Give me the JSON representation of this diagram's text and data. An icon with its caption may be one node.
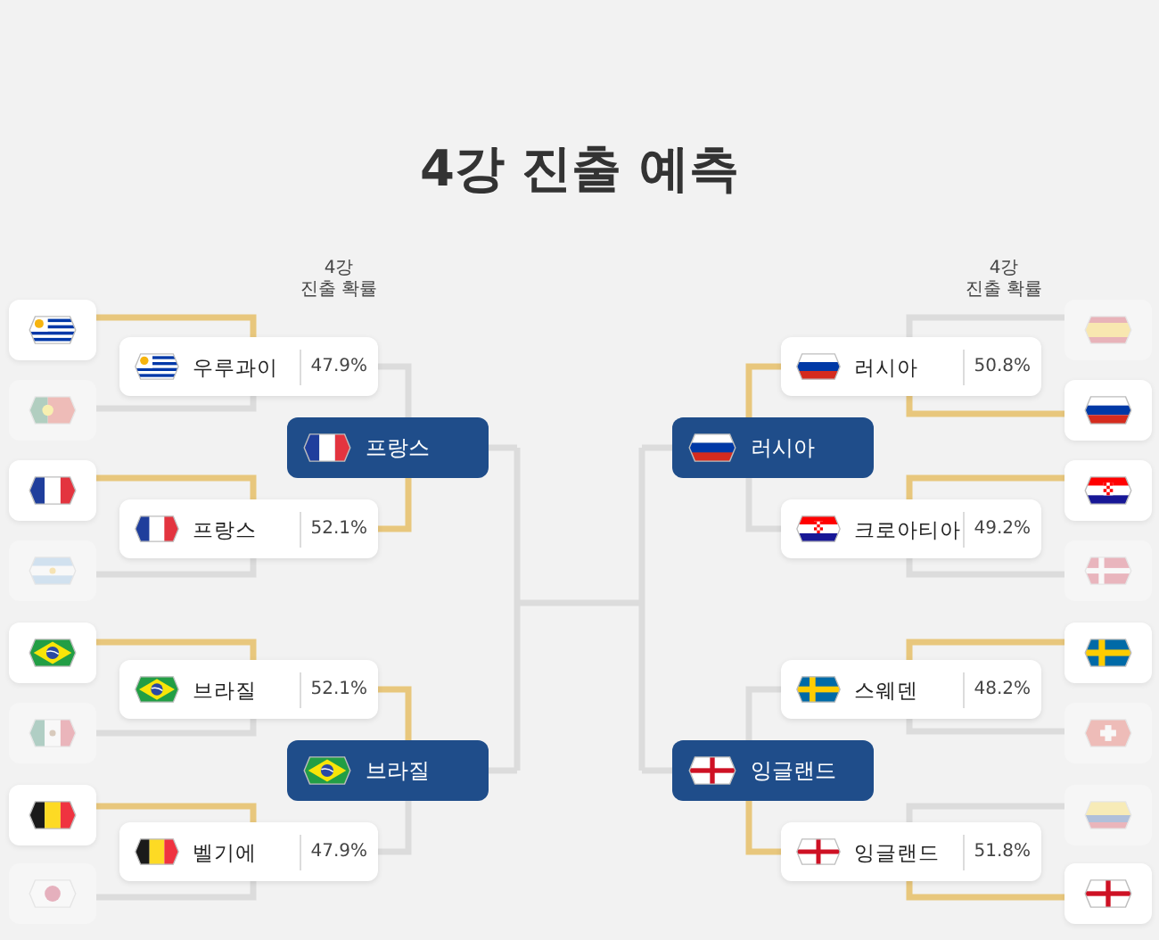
{
  "diagram": {
    "title": "4강 진출 예측",
    "nodes": [
      {
        "text": [],
        "shape": "box"
      },
      {
        "text": [],
        "shape": "box"
      },
      {
        "text": [],
        "shape": "box"
      },
      {
        "text": [],
        "shape": "box"
      },
      {
        "text": [],
        "shape": "box"
      },
      {
        "text": [],
        "shape": "box"
      },
      {
        "text": [],
        "shape": "box"
      },
      {
        "text": [],
        "shape": "box"
      },
      {
        "text": [
          "우루과이",
          "47.9%"
        ]
      },
      {
        "text": [
          "프랑스",
          "52.1%"
        ]
      },
      {
        "text": [
          "브라질",
          "52.1%"
        ]
      },
      {
        "text": [
          "벨기에",
          "47.9%"
        ]
      },
      {
        "text": [
          "프랑스"
        ]
      },
      {
        "text": [
          "브라질"
        ]
      },
      {
        "text": [
          "러시아"
        ]
      },
      {
        "text": [
          "잉글랜드"
        ]
      },
      {
        "text": [
          "러시아",
          "50.8%"
        ]
      },
      {
        "text": [
          "크로아티아",
          "49.2%"
        ]
      },
      {
        "text": [
          "스웨덴",
          "48.2%"
        ]
      },
      {
        "text": [
          "잉글랜드",
          "51.8%"
        ]
      },
      {
        "text": [],
        "shape": "box"
      },
      {
        "text": [],
        "shape": "box"
      },
      {
        "text": [],
        "shape": "box"
      },
      {
        "text": [],
        "shape": "box"
      },
      {
        "text": [],
        "shape": "box"
      },
      {
        "text": [],
        "shape": "box"
      },
      {
        "text": [],
        "shape": "box"
      },
      {
        "text": [],
        "shape": "box"
      }
    ],
    "edges": [
      {
        "from": 0,
        "to": 8,
        "arrow": "none",
        "color": "#e8c77d"
      },
      {
        "from": 1,
        "to": 8,
        "arrow": "none"
      },
      {
        "from": 2,
        "to": 9,
        "arrow": "none",
        "color": "#e8c77d"
      },
      {
        "from": 3,
        "to": 9,
        "arrow": "none"
      },
      {
        "from": 4,
        "to": 10,
        "arrow": "none",
        "color": "#e8c77d"
      },
      {
        "from": 5,
        "to": 10,
        "arrow": "none"
      },
      {
        "from": 6,
        "to": 11,
        "arrow": "none",
        "color": "#e8c77d"
      },
      {
        "from": 7,
        "to": 11,
        "arrow": "none"
      },
      {
        "from": 8,
        "to": 12,
        "arrow": "none"
      },
      {
        "from": 9,
        "to": 12,
        "arrow": "none",
        "color": "#e8c77d"
      },
      {
        "from": 10,
        "to": 13,
        "arrow": "none",
        "color": "#e8c77d"
      },
      {
        "from": 11,
        "to": 13,
        "arrow": "none"
      },
      {
        "from": 12,
        "to": 14,
        "arrow": "none"
      },
      {
        "from": 12,
        "to": 15,
        "arrow": "none"
      },
      {
        "from": 13,
        "to": 14,
        "arrow": "none"
      },
      {
        "from": 13,
        "to": 15,
        "arrow": "none"
      },
      {
        "from": 16,
        "to": 14,
        "arrow": "none",
        "color": "#e8c77d"
      },
      {
        "from": 17,
        "to": 14,
        "arrow": "none"
      },
      {
        "from": 18,
        "to": 15,
        "arrow": "none"
      },
      {
        "from": 19,
        "to": 15,
        "arrow": "none",
        "color": "#e8c77d"
      },
      {
        "from": 20,
        "to": 16,
        "arrow": "none"
      },
      {
        "from": 21,
        "to": 16,
        "arrow": "none",
        "color": "#e8c77d"
      },
      {
        "from": 22,
        "to": 17,
        "arrow": "none",
        "color": "#e8c77d"
      },
      {
        "from": 23,
        "to": 17,
        "arrow": "none"
      },
      {
        "from": 24,
        "to": 18,
        "arrow": "none",
        "color": "#e8c77d"
      },
      {
        "from": 25,
        "to": 18,
        "arrow": "none"
      },
      {
        "from": 26,
        "to": 19,
        "arrow": "none"
      },
      {
        "from": 27,
        "to": 19,
        "arrow": "none",
        "color": "#e8c77d"
      }
    ],
    "labels": [
      "4강 진출 확률",
      "4강 진출 확률"
    ]
  }
}
